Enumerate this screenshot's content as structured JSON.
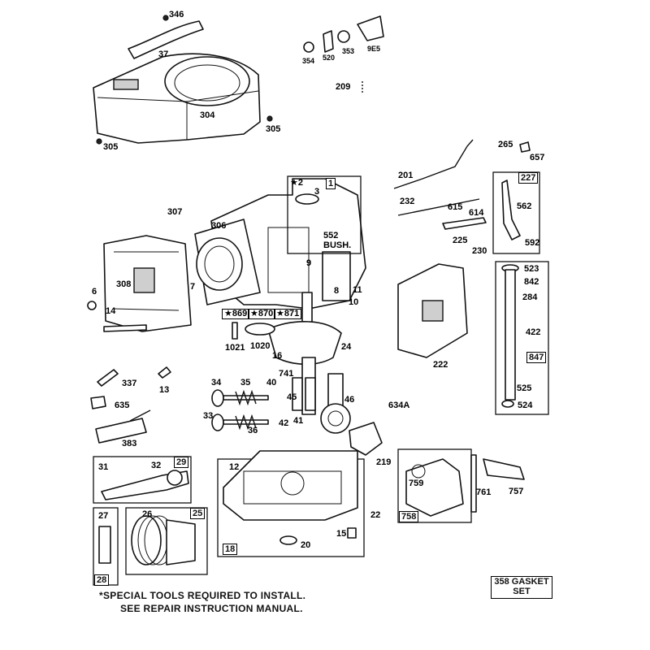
{
  "labels": [
    {
      "id": "346",
      "text": "346"
    },
    {
      "id": "37",
      "text": "37"
    },
    {
      "id": "304",
      "text": "304"
    },
    {
      "id": "305a",
      "text": "305"
    },
    {
      "id": "305b",
      "text": "305"
    },
    {
      "id": "354",
      "text": "354"
    },
    {
      "id": "520",
      "text": "520"
    },
    {
      "id": "353",
      "text": "353"
    },
    {
      "id": "9E5",
      "text": "9E5"
    },
    {
      "id": "209",
      "text": "209"
    },
    {
      "id": "265",
      "text": "265"
    },
    {
      "id": "657",
      "text": "657"
    },
    {
      "id": "201",
      "text": "201"
    },
    {
      "id": "232",
      "text": "232"
    },
    {
      "id": "615",
      "text": "615"
    },
    {
      "id": "614",
      "text": "614"
    },
    {
      "id": "225",
      "text": "225"
    },
    {
      "id": "230",
      "text": "230"
    },
    {
      "id": "562",
      "text": "562"
    },
    {
      "id": "592",
      "text": "592"
    },
    {
      "id": "2",
      "text": "★2"
    },
    {
      "id": "3",
      "text": "3"
    },
    {
      "id": "307",
      "text": "307"
    },
    {
      "id": "306",
      "text": "306"
    },
    {
      "id": "552",
      "text": "552"
    },
    {
      "id": "bush",
      "text": "BUSH."
    },
    {
      "id": "9",
      "text": "9"
    },
    {
      "id": "8",
      "text": "8"
    },
    {
      "id": "11",
      "text": "11"
    },
    {
      "id": "10",
      "text": "10"
    },
    {
      "id": "308",
      "text": "308"
    },
    {
      "id": "7",
      "text": "7"
    },
    {
      "id": "6",
      "text": "6"
    },
    {
      "id": "14",
      "text": "14"
    },
    {
      "id": "869",
      "text": "★869"
    },
    {
      "id": "870",
      "text": "★870"
    },
    {
      "id": "871",
      "text": "★871"
    },
    {
      "id": "1021",
      "text": "1021"
    },
    {
      "id": "1020",
      "text": "1020"
    },
    {
      "id": "16",
      "text": "16"
    },
    {
      "id": "24",
      "text": "24"
    },
    {
      "id": "741",
      "text": "741"
    },
    {
      "id": "523",
      "text": "523"
    },
    {
      "id": "842",
      "text": "842"
    },
    {
      "id": "284",
      "text": "284"
    },
    {
      "id": "422",
      "text": "422"
    },
    {
      "id": "525",
      "text": "525"
    },
    {
      "id": "524",
      "text": "524"
    },
    {
      "id": "222",
      "text": "222"
    },
    {
      "id": "634A",
      "text": "634A"
    },
    {
      "id": "337",
      "text": "337"
    },
    {
      "id": "13",
      "text": "13"
    },
    {
      "id": "34",
      "text": "34"
    },
    {
      "id": "35",
      "text": "35"
    },
    {
      "id": "40",
      "text": "40"
    },
    {
      "id": "45",
      "text": "45"
    },
    {
      "id": "46",
      "text": "46"
    },
    {
      "id": "33",
      "text": "33"
    },
    {
      "id": "36",
      "text": "36"
    },
    {
      "id": "42",
      "text": "42"
    },
    {
      "id": "41",
      "text": "41"
    },
    {
      "id": "635",
      "text": "635"
    },
    {
      "id": "383",
      "text": "383"
    },
    {
      "id": "219",
      "text": "219"
    },
    {
      "id": "31",
      "text": "31"
    },
    {
      "id": "32",
      "text": "32"
    },
    {
      "id": "12",
      "text": "12"
    },
    {
      "id": "22",
      "text": "22"
    },
    {
      "id": "15",
      "text": "15"
    },
    {
      "id": "20",
      "text": "20"
    },
    {
      "id": "27",
      "text": "27"
    },
    {
      "id": "26",
      "text": "26"
    },
    {
      "id": "759",
      "text": "759"
    },
    {
      "id": "761",
      "text": "761"
    },
    {
      "id": "757",
      "text": "757"
    }
  ],
  "boxed": [
    {
      "id": "b1",
      "text": "1"
    },
    {
      "id": "b227",
      "text": "227"
    },
    {
      "id": "b847",
      "text": "847"
    },
    {
      "id": "b29",
      "text": "29"
    },
    {
      "id": "b25",
      "text": "25"
    },
    {
      "id": "b28",
      "text": "28"
    },
    {
      "id": "b18",
      "text": "18"
    },
    {
      "id": "b758",
      "text": "758"
    }
  ],
  "notes": {
    "line1": "*SPECIAL TOOLS REQUIRED TO INSTALL.",
    "line2": "SEE REPAIR INSTRUCTION MANUAL."
  },
  "gasket": {
    "number": "358",
    "line1": "GASKET",
    "line2": "SET"
  }
}
